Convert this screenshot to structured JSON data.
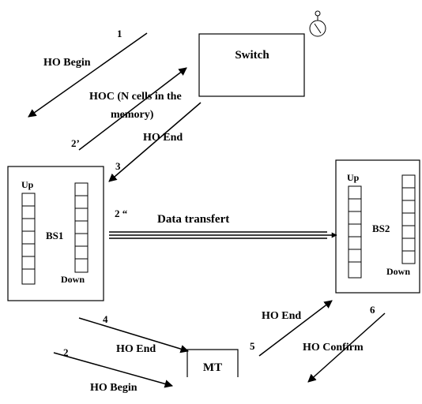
{
  "nodes": {
    "switch": "Switch",
    "bs1": "BS1",
    "bs2": "BS2",
    "mt": "MT"
  },
  "queues": {
    "bs1_up": "Up",
    "bs1_down": "Down",
    "bs2_up": "Up",
    "bs2_down": "Down"
  },
  "messages": {
    "m1_num": "1",
    "m1_label": "HO Begin",
    "m2p_num": "2’",
    "m2p_label_line1": "HOC (N cells in the",
    "m2p_label_line2": "memory)",
    "m3_num": "3",
    "m3_label": "HO End",
    "m2pp_num": "2 “",
    "m2pp_label": "Data transfert",
    "m4_num": "4",
    "m4_label": "HO End",
    "m2_num": "2",
    "m2_label": "HO Begin",
    "m5_num": "5",
    "m5_label": "HO End",
    "m6_num": "6",
    "m6_label": "HO Confirm"
  },
  "icons": {
    "timer": "stopwatch-icon"
  }
}
